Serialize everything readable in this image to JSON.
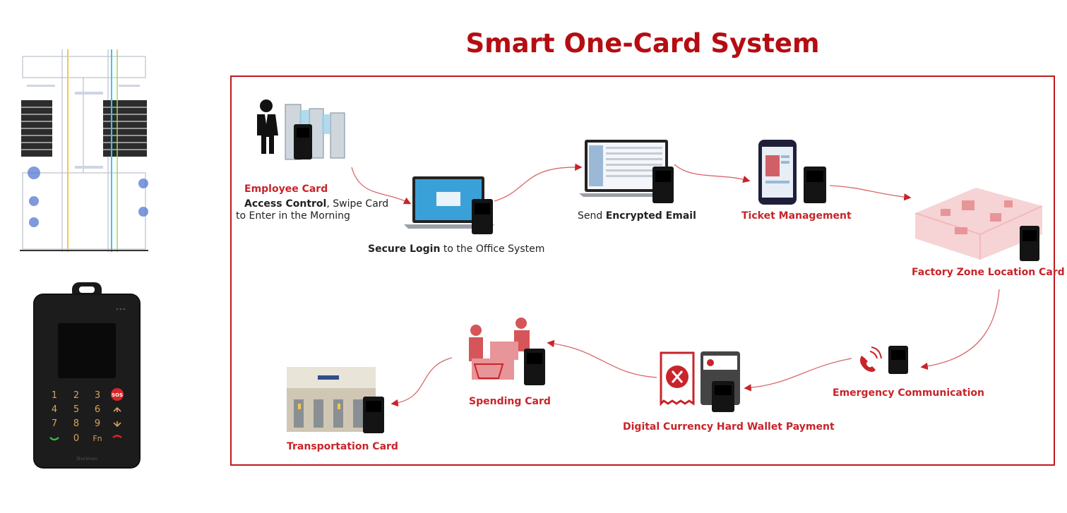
{
  "title": "Smart One-Card System",
  "colors": {
    "accent": "#c0191e",
    "label_red": "#c8242a",
    "text_dark": "#222222"
  },
  "device": {
    "keys": [
      "1",
      "2",
      "3",
      "SOS",
      "4",
      "5",
      "6",
      "up-arrow-icon",
      "7",
      "8",
      "9",
      "down-arrow-icon",
      "call-icon",
      "0",
      "Fn",
      "hangup-icon"
    ],
    "brand": "Stockinen"
  },
  "steps": {
    "employee": {
      "title": "Employee Card",
      "bold": "Access Control",
      "rest": ", Swipe Card",
      "line2": "to Enter in the Morning"
    },
    "login": {
      "bold": "Secure Login",
      "rest": " to the Office System"
    },
    "email": {
      "pre": "Send ",
      "bold": "Encrypted Email"
    },
    "ticket": {
      "title": "Ticket Management"
    },
    "factory": {
      "title": "Factory Zone Location Card"
    },
    "emergency": {
      "title": "Emergency Communication"
    },
    "wallet": {
      "title": "Digital Currency Hard Wallet Payment"
    },
    "spending": {
      "title": "Spending Card"
    },
    "transport": {
      "title": "Transportation Card"
    }
  }
}
